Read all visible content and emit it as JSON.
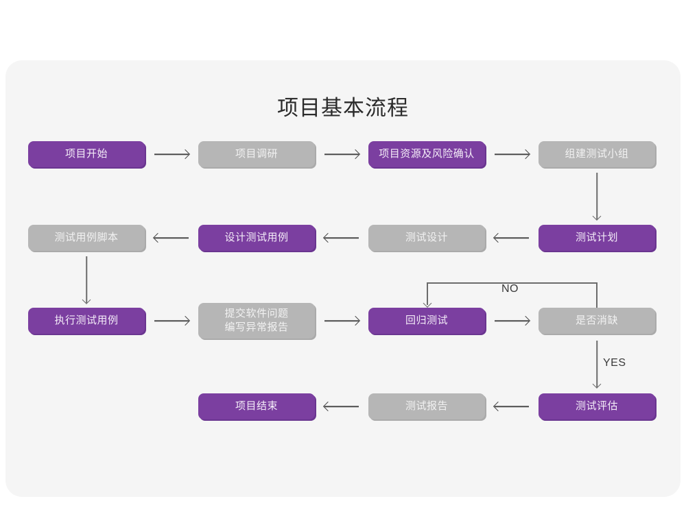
{
  "card": {
    "background": "#f5f5f5",
    "page_background": "#ffffff"
  },
  "title": "项目基本流程",
  "colors": {
    "purple": "#7b3fa0",
    "gray": "#b6b6b6",
    "arrow": "#4a4a4a",
    "title_text": "#2b2b2b",
    "node_text": "#f2f2f2"
  },
  "flowchart": {
    "type": "diagram",
    "nodes": [
      {
        "id": "n1",
        "label": "项目开始",
        "style": "purple",
        "row": 1,
        "col": 1
      },
      {
        "id": "n2",
        "label": "项目调研",
        "style": "gray",
        "row": 1,
        "col": 2
      },
      {
        "id": "n3",
        "label": "项目资源及风险确认",
        "style": "purple",
        "row": 1,
        "col": 3
      },
      {
        "id": "n4",
        "label": "组建测试小组",
        "style": "gray",
        "row": 1,
        "col": 4
      },
      {
        "id": "n5",
        "label": "测试用例脚本",
        "style": "gray",
        "row": 2,
        "col": 1
      },
      {
        "id": "n6",
        "label": "设计测试用例",
        "style": "purple",
        "row": 2,
        "col": 2
      },
      {
        "id": "n7",
        "label": "测试设计",
        "style": "gray",
        "row": 2,
        "col": 3
      },
      {
        "id": "n8",
        "label": "测试计划",
        "style": "purple",
        "row": 2,
        "col": 4
      },
      {
        "id": "n9",
        "label": "执行测试用例",
        "style": "purple",
        "row": 3,
        "col": 1
      },
      {
        "id": "n10",
        "label": "提交软件问题\n编写异常报告",
        "style": "gray",
        "row": 3,
        "col": 2
      },
      {
        "id": "n11",
        "label": "回归测试",
        "style": "purple",
        "row": 3,
        "col": 3
      },
      {
        "id": "n12",
        "label": "是否消缺",
        "style": "gray",
        "row": 3,
        "col": 4
      },
      {
        "id": "n13",
        "label": "项目结束",
        "style": "purple",
        "row": 4,
        "col": 2
      },
      {
        "id": "n14",
        "label": "测试报告",
        "style": "gray",
        "row": 4,
        "col": 3
      },
      {
        "id": "n15",
        "label": "测试评估",
        "style": "purple",
        "row": 4,
        "col": 4
      }
    ],
    "edges": [
      {
        "from": "n1",
        "to": "n2",
        "dir": "right",
        "label": ""
      },
      {
        "from": "n2",
        "to": "n3",
        "dir": "right",
        "label": ""
      },
      {
        "from": "n3",
        "to": "n4",
        "dir": "right",
        "label": ""
      },
      {
        "from": "n4",
        "to": "n8",
        "dir": "down",
        "label": ""
      },
      {
        "from": "n8",
        "to": "n7",
        "dir": "left",
        "label": ""
      },
      {
        "from": "n7",
        "to": "n6",
        "dir": "left",
        "label": ""
      },
      {
        "from": "n6",
        "to": "n5",
        "dir": "left",
        "label": ""
      },
      {
        "from": "n5",
        "to": "n9",
        "dir": "down",
        "label": ""
      },
      {
        "from": "n9",
        "to": "n10",
        "dir": "right",
        "label": ""
      },
      {
        "from": "n10",
        "to": "n11",
        "dir": "right",
        "label": ""
      },
      {
        "from": "n11",
        "to": "n12",
        "dir": "right",
        "label": ""
      },
      {
        "from": "n12",
        "to": "n11",
        "dir": "loop-up-left-down",
        "label": "NO"
      },
      {
        "from": "n12",
        "to": "n15",
        "dir": "down",
        "label": "YES"
      },
      {
        "from": "n15",
        "to": "n14",
        "dir": "left",
        "label": ""
      },
      {
        "from": "n14",
        "to": "n13",
        "dir": "left",
        "label": ""
      }
    ],
    "edge_labels": {
      "no": "NO",
      "yes": "YES"
    }
  }
}
